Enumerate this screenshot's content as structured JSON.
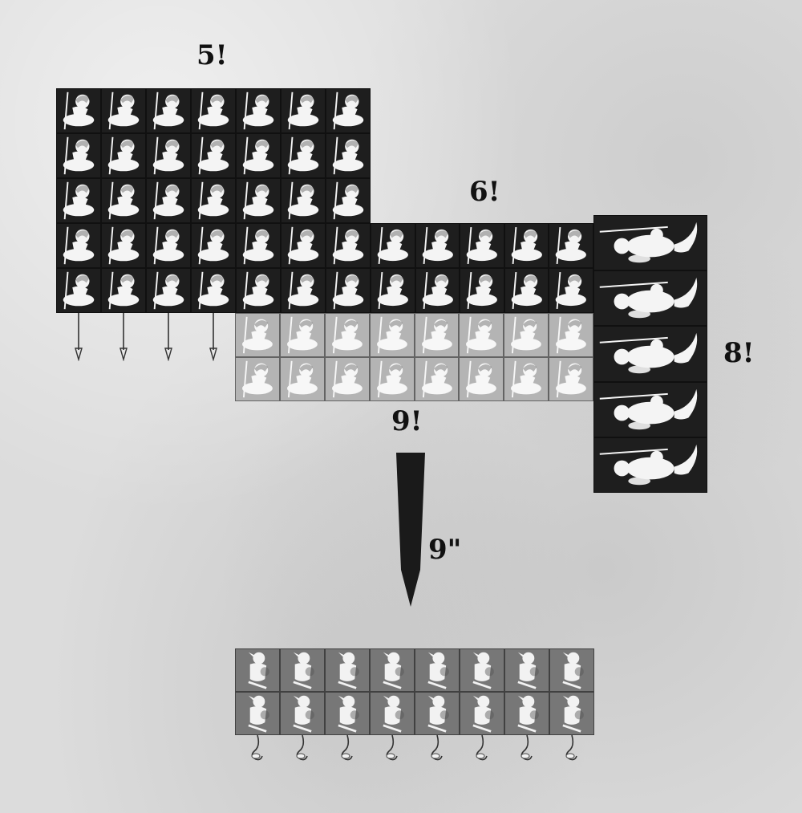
{
  "labels": {
    "unit_spearmen": "5!",
    "unit_warriors": "6!",
    "unit_cavalry": "8!",
    "unit_reserve": "9!",
    "charge_distance": "9\""
  },
  "units": [
    {
      "id": "spearmen",
      "ranks": 5,
      "files": 7,
      "base_color": "#1e1e1e",
      "figure_color": "#f4f4f4",
      "spears": 4
    },
    {
      "id": "warriors",
      "ranks": 2,
      "files": 5,
      "base_color": "#1e1e1e",
      "figure_color": "#f4f4f4",
      "spears": 0
    },
    {
      "id": "cavalry",
      "ranks": 5,
      "files": 1,
      "base_color": "#1e1e1e",
      "figure_color": "#f4f4f4",
      "spears": 0
    },
    {
      "id": "reserve",
      "ranks": 2,
      "files": 8,
      "base_color": "#b4b4b4",
      "figure_color": "#f7f7f7",
      "spears": 0
    },
    {
      "id": "enemy",
      "ranks": 2,
      "files": 8,
      "base_color": "#777777",
      "figure_color": "#f2f2f2",
      "spears": 8
    }
  ],
  "icons": {
    "infantry": "infantry-figure-icon",
    "cavalry": "cavalry-figure-icon",
    "rat": "ratman-figure-icon",
    "spear": "spear-icon",
    "arrow": "charge-arrow-icon"
  },
  "colors": {
    "background": "#dcdcdc",
    "dark_base": "#1e1e1e",
    "light_base": "#b4b4b4",
    "mid_base": "#777777",
    "text": "#111111"
  }
}
